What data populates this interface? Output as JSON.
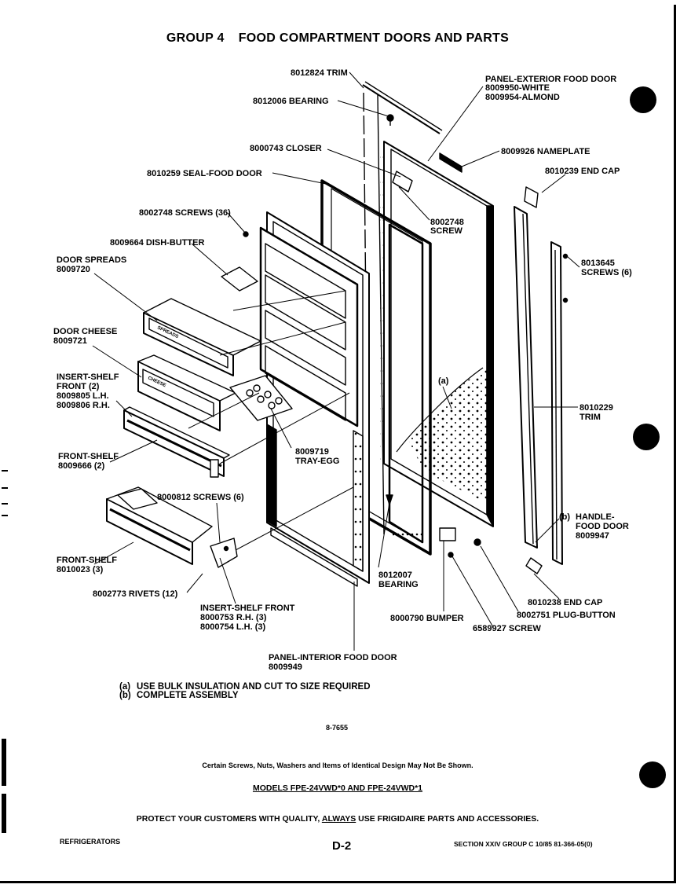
{
  "title": {
    "group": "GROUP 4",
    "text": "FOOD COMPARTMENT DOORS AND PARTS"
  },
  "labels": {
    "trim_top": "8012824 TRIM",
    "panel_ext_1": "PANEL-EXTERIOR FOOD DOOR",
    "panel_ext_2": "8009950-WHITE",
    "panel_ext_3": "8009954-ALMOND",
    "bearing_top": "8012006 BEARING",
    "closer": "8000743 CLOSER",
    "nameplate": "8009926 NAMEPLATE",
    "seal": "8010259 SEAL-FOOD DOOR",
    "end_cap_top": "8010239 END CAP",
    "screws_36": "8002748 SCREWS (36)",
    "screw_right_1": "8002748",
    "screw_right_2": "SCREW",
    "dish_butter": "8009664 DISH-BUTTER",
    "screws6_1": "8013645",
    "screws6_2": "SCREWS (6)",
    "spreads_1": "DOOR SPREADS",
    "spreads_2": "8009720",
    "cheese_1": "DOOR CHEESE",
    "cheese_2": "8009721",
    "insert_1": "INSERT-SHELF",
    "insert_2": "FRONT (2)",
    "insert_3": "8009805 L.H.",
    "insert_4": "8009806 R.H.",
    "a_label": "(a)",
    "trim_right_1": "8010229",
    "trim_right_2": "TRIM",
    "tray_1": "8009719",
    "tray_2": "TRAY-EGG",
    "front_shelf1_1": "FRONT-SHELF",
    "front_shelf1_2": "8009666 (2)",
    "screws812": "8000812 SCREWS (6)",
    "handle_b": "(b)",
    "handle_1": "HANDLE-",
    "handle_2": "FOOD DOOR",
    "handle_3": "8009947",
    "front_shelf2_1": "FRONT-SHELF",
    "front_shelf2_2": "8010023 (3)",
    "rivets": "8002773 RIVETS (12)",
    "bearing_bot_1": "8012007",
    "bearing_bot_2": "BEARING",
    "end_cap_bot": "8010238 END CAP",
    "insert_front_1": "INSERT-SHELF FRONT",
    "insert_front_2": "8000753 R.H. (3)",
    "insert_front_3": "8000754 L.H. (3)",
    "bumper": "8000790 BUMPER",
    "plug": "8002751 PLUG-BUTTON",
    "screw_bot": "6589927 SCREW",
    "panel_int_1": "PANEL-INTERIOR FOOD DOOR",
    "panel_int_2": "8009949",
    "spreads_tag": "SPREADS",
    "cheese_tag": "CHEESE"
  },
  "notes": [
    {
      "key": "(a)",
      "text": "USE BULK INSULATION AND CUT TO SIZE REQUIRED"
    },
    {
      "key": "(b)",
      "text": "COMPLETE ASSEMBLY"
    }
  ],
  "drawing_number": "8-7655",
  "disclaimer": "Certain Screws, Nuts, Washers and Items of Identical Design May Not Be Shown.",
  "models": "MODELS FPE-24VWD*0 AND FPE-24VWD*1",
  "protect": {
    "before": "PROTECT YOUR CUSTOMERS WITH QUALITY, ",
    "always": "ALWAYS",
    "after": " USE FRIGIDAIRE PARTS AND ACCESSORIES."
  },
  "footer": {
    "left": "REFRIGERATORS",
    "page": "D-2",
    "right": "SECTION XXIV  GROUP C  10/85  81-366-05(0)"
  }
}
